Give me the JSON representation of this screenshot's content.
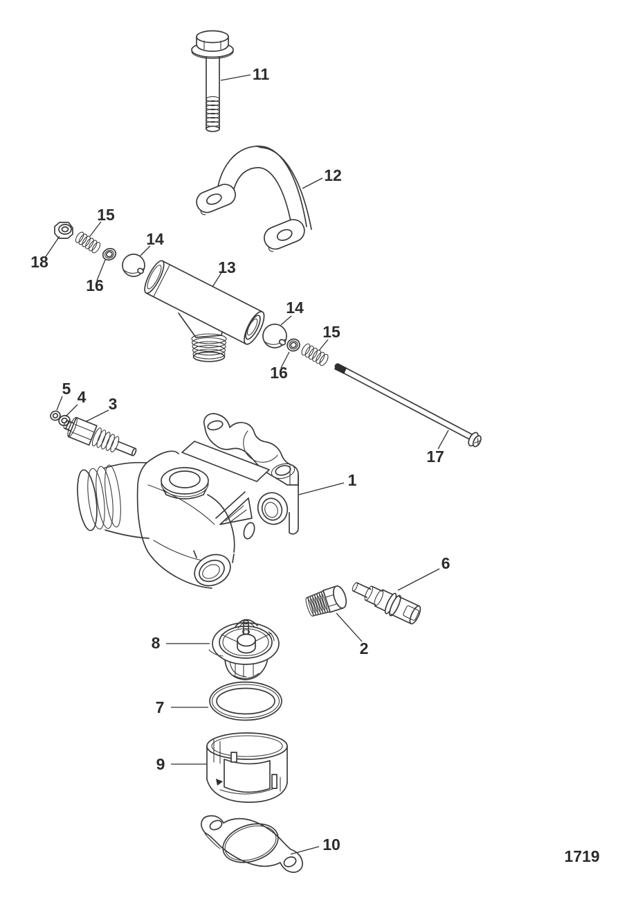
{
  "diagram": {
    "number": "1719",
    "type": "exploded-parts-diagram"
  },
  "colors": {
    "background": "#ffffff",
    "line_art": "#3a3a3a",
    "label_text": "#2b2b2b"
  },
  "callouts": [
    {
      "label": "11"
    },
    {
      "label": "12"
    },
    {
      "label": "15"
    },
    {
      "label": "18"
    },
    {
      "label": "16"
    },
    {
      "label": "14"
    },
    {
      "label": "13"
    },
    {
      "label": "14"
    },
    {
      "label": "16"
    },
    {
      "label": "15"
    },
    {
      "label": "17"
    },
    {
      "label": "5"
    },
    {
      "label": "4"
    },
    {
      "label": "3"
    },
    {
      "label": "1"
    },
    {
      "label": "6"
    },
    {
      "label": "2"
    },
    {
      "label": "8"
    },
    {
      "label": "7"
    },
    {
      "label": "9"
    },
    {
      "label": "10"
    }
  ]
}
